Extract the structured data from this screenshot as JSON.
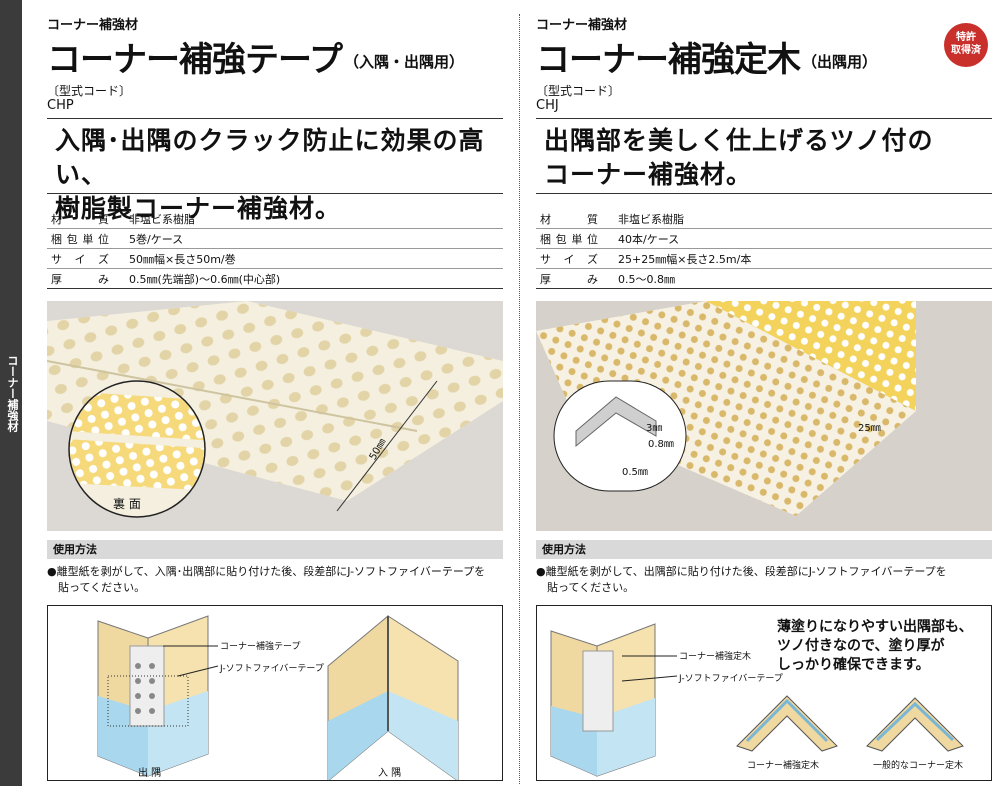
{
  "sidebar": {
    "label": "コーナー補強材"
  },
  "left": {
    "category": "コーナー補強材",
    "title": "コーナー補強テープ",
    "title_sub": "（入隅・出隅用）",
    "code_label": "〔型式コード〕",
    "code": "CHP",
    "headline_1": "入隅･出隅のクラック防止に効果の高い、",
    "headline_2": "樹脂製コーナー補強材。",
    "specs": [
      {
        "k": [
          "材",
          "質"
        ],
        "v": "非塩ビ系樹脂"
      },
      {
        "k": [
          "梱",
          "包",
          "単",
          "位"
        ],
        "v": "5巻/ケース"
      },
      {
        "k": [
          "サ",
          "イ",
          "ズ"
        ],
        "v": "50㎜幅×長さ50m/巻"
      },
      {
        "k": [
          "厚",
          "み"
        ],
        "v": "0.5㎜(先端部)～0.6㎜(中心部)"
      }
    ],
    "photo_dim": "50㎜",
    "photo_back": "裏 面",
    "usage_head": "使用方法",
    "usage_1": "●離型紙を剥がして、入隅･出隅部に貼り付けた後、段差部にJ-ソフトファイバーテープを",
    "usage_2": "　貼ってください。",
    "diag_label_1": "コーナー補強テープ",
    "diag_label_2": "J-ソフトファイバーテープ",
    "diag_cap_1": "出 隅",
    "diag_cap_2": "入 隅"
  },
  "right": {
    "category": "コーナー補強材",
    "title": "コーナー補強定木",
    "title_sub": "（出隅用）",
    "code_label": "〔型式コード〕",
    "code": "CHJ",
    "badge_1": "特許",
    "badge_2": "取得済",
    "headline_1": "出隅部を美しく仕上げるツノ付の",
    "headline_2": "コーナー補強材。",
    "specs": [
      {
        "k": [
          "材",
          "質"
        ],
        "v": "非塩ビ系樹脂"
      },
      {
        "k": [
          "梱",
          "包",
          "単",
          "位"
        ],
        "v": "40本/ケース"
      },
      {
        "k": [
          "サ",
          "イ",
          "ズ"
        ],
        "v": "25+25㎜幅×長さ2.5m/本"
      },
      {
        "k": [
          "厚",
          "み"
        ],
        "v": "0.5～0.8㎜"
      }
    ],
    "photo_dim_3": "3㎜",
    "photo_dim_08": "0.8㎜",
    "photo_dim_05": "0.5㎜",
    "photo_dim_25": "25㎜",
    "usage_head": "使用方法",
    "usage_1": "●離型紙を剥がして、出隅部に貼り付けた後、段差部にJ-ソフトファイバーテープを",
    "usage_2": "　貼ってください。",
    "diag_label_1": "コーナー補強定木",
    "diag_label_2": "J-ソフトファイバーテープ",
    "note_1": "薄塗りになりやすい出隅部も、",
    "note_2": "ツノ付きなので、塗り厚が",
    "note_3": "しっかり確保できます。",
    "diag_cap_1": "コーナー補強定木",
    "diag_cap_2": "一般的なコーナー定木"
  },
  "colors": {
    "sidebar": "#3b3b3b",
    "badge": "#c9302c",
    "yellow": "#f2d36a",
    "wall_blue": "#a9d8ee",
    "wall_tan": "#f0d9a0"
  }
}
